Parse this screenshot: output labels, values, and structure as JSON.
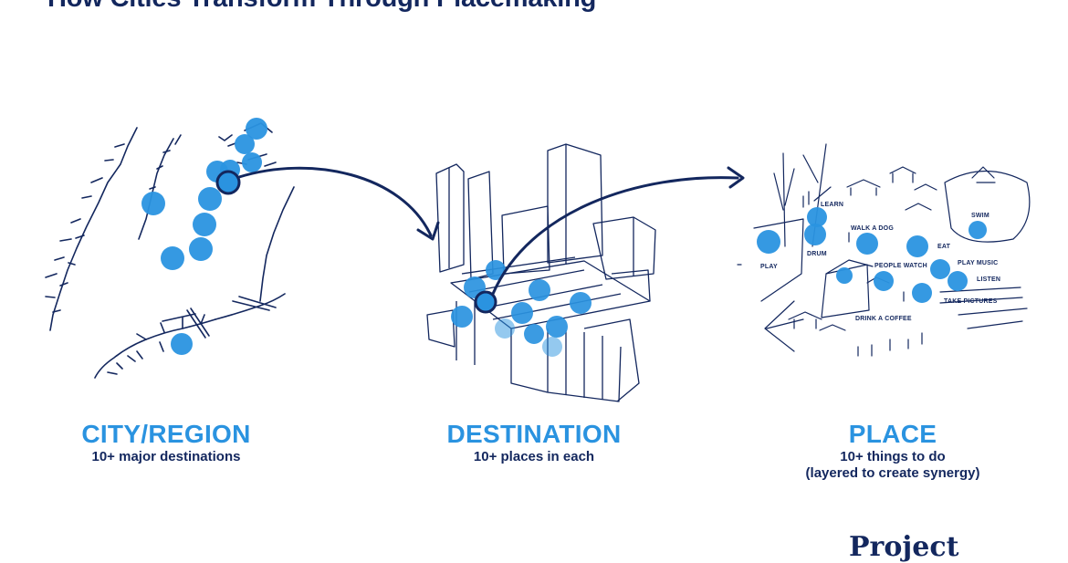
{
  "header": {
    "title": "How Cities Transform Through Placemaking"
  },
  "stages": [
    {
      "heading": "CITY/REGION",
      "subtitle": "10+ major destinations"
    },
    {
      "heading": "DESTINATION",
      "subtitle": "10+ places in each"
    },
    {
      "heading": "PLACE",
      "subtitle": "10+ things to do",
      "subtitle2": "(layered to create synergy)"
    }
  ],
  "place_activities": [
    "LEARN",
    "PLAY",
    "DRUM",
    "WALK A DOG",
    "SWIM",
    "EAT",
    "PLAY MUSIC",
    "PEOPLE WATCH",
    "LISTEN",
    "DRINK A COFFEE",
    "TAKE PICTURES"
  ],
  "brand": {
    "text": "Project"
  },
  "colors": {
    "accent": "#2a93e0",
    "navy": "#13275e"
  }
}
